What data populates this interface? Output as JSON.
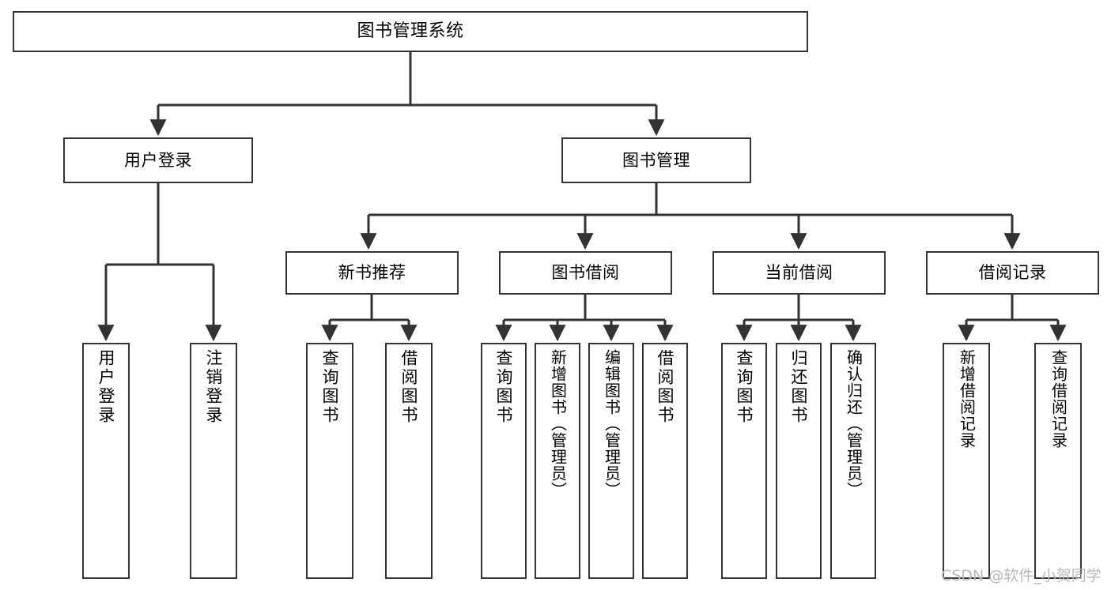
{
  "diagram": {
    "type": "tree",
    "title": "图书管理系统",
    "orientation": "top-down",
    "colors": {
      "node_border": "#333333",
      "node_fill": "#ffffff",
      "connector": "#333333",
      "background": "#ffffff",
      "watermark": "#b9b9b9"
    },
    "root": {
      "label": "图书管理系统"
    },
    "level2": [
      {
        "label": "用户登录"
      },
      {
        "label": "图书管理"
      }
    ],
    "level3": [
      {
        "label": "新书推荐"
      },
      {
        "label": "图书借阅"
      },
      {
        "label": "当前借阅"
      },
      {
        "label": "借阅记录"
      }
    ],
    "leaves": {
      "user_login": [
        {
          "label": "用户登录"
        },
        {
          "label": "注销登录"
        }
      ],
      "new_book_recommend": [
        {
          "label": "查询图书"
        },
        {
          "label": "借阅图书"
        }
      ],
      "book_borrow": [
        {
          "label": "查询图书"
        },
        {
          "label": "新增图书（管理员）"
        },
        {
          "label": "编辑图书（管理员）"
        },
        {
          "label": "借阅图书"
        }
      ],
      "current_borrow": [
        {
          "label": "查询图书"
        },
        {
          "label": "归还图书"
        },
        {
          "label": "确认归还（管理员）"
        }
      ],
      "borrow_record": [
        {
          "label": "新增借阅记录"
        },
        {
          "label": "查询借阅记录"
        }
      ]
    }
  },
  "watermark": {
    "text": "CSDN @软件_小贺同学"
  }
}
